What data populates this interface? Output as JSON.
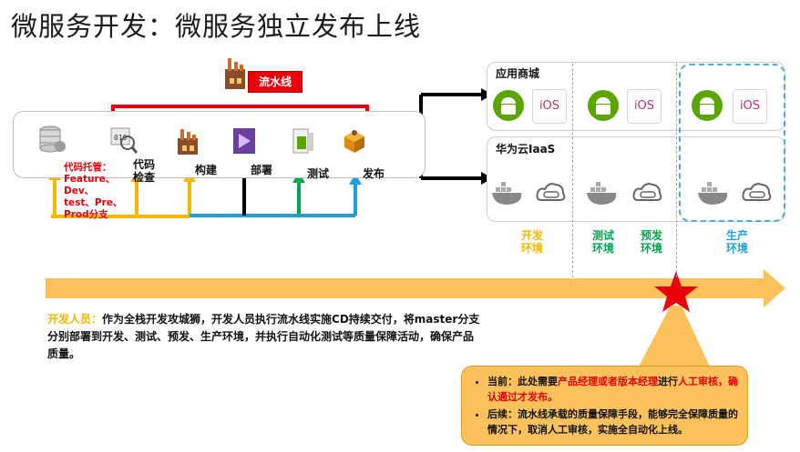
{
  "title": "微服务开发：微服务独立发布上线",
  "pipeline": {
    "tag": "流水线",
    "stages": [
      "代码\n检查",
      "构建",
      "部署",
      "测试",
      "发布"
    ],
    "repo_label": "代码托管：\nFeature、\nDev、\ntest、Pre、\nProd分支"
  },
  "panels": {
    "app_store": "应用商城",
    "cloud": "华为云IaaS",
    "ios": "iOS"
  },
  "environments": {
    "dev": "开发\n环境",
    "test": "测试\n环境",
    "preprod": "预发\n环境",
    "prod": "生产\n环境"
  },
  "developer": {
    "lead": "开发人员：",
    "text": "作为全栈开发攻城狮，开发人员执行流水线实施CD持续交付，将master分支分别部署到开发、测试、预发、生产环境，并执行自动化测试等质量保障活动，确保产品质量。"
  },
  "callout": {
    "item1_a": "当前：此处需要",
    "item1_b": "产品经理或者版本经理",
    "item1_c": "进行",
    "item1_d": "人工审核，确认通过才发布。",
    "item2": "后续：流水线承载的质量保障手段，能够完全保障质量的情况下，取消人工审核，实施全自动化上线。"
  },
  "colors": {
    "accent_red": "#e8000b",
    "yellow": "#f5b800",
    "blue": "#1ba1e2",
    "green": "#00a650",
    "orange_arrow": "#fbc25c",
    "android_green": "#5aa500"
  },
  "icons": [
    "database-icon",
    "code-inspect-icon",
    "factory-icon",
    "deploy-icon",
    "test-icon",
    "release-box-icon",
    "android-icon",
    "ios-icon",
    "docker-icon",
    "cloud-server-icon",
    "star-icon"
  ]
}
